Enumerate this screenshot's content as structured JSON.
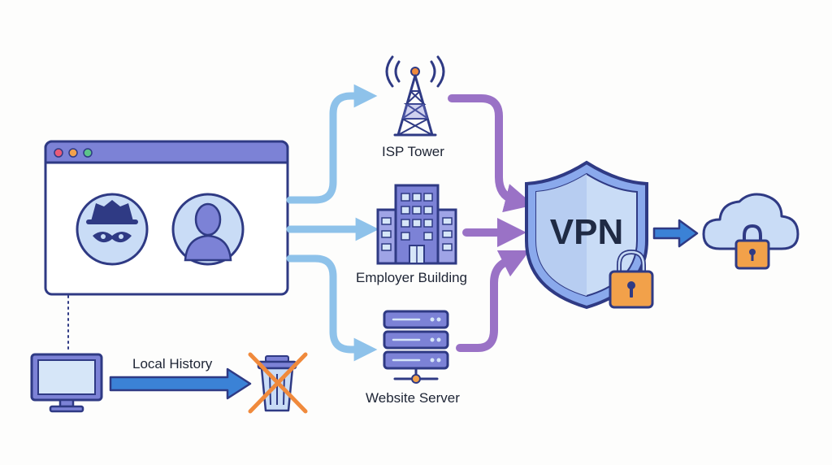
{
  "nodes": {
    "isp": {
      "label": "ISP Tower",
      "icon": "radio-tower-icon"
    },
    "employer": {
      "label": "Employer Building",
      "icon": "office-building-icon"
    },
    "server": {
      "label": "Website Server",
      "icon": "server-rack-icon"
    },
    "vpn": {
      "label": "VPN",
      "icon": "shield-lock-icon"
    },
    "cloud": {
      "icon": "cloud-lock-icon"
    },
    "computer": {
      "icon": "desktop-monitor-icon"
    },
    "trash": {
      "icon": "crossed-out-trash-icon"
    },
    "browser": {
      "icons": [
        "incognito-icon",
        "user-avatar-icon"
      ]
    }
  },
  "edges": {
    "local_history_label": "Local History"
  },
  "colors": {
    "outline": "#2f3a84",
    "purple_fill": "#7c82d6",
    "light_fill": "#d6e6f8",
    "blue_arrow": "#8ec2ea",
    "purple_arrow": "#9a72c6",
    "dark_blue_arrow": "#3b82d6",
    "lock_orange": "#f2a14a",
    "cross_orange": "#f08a3c"
  }
}
